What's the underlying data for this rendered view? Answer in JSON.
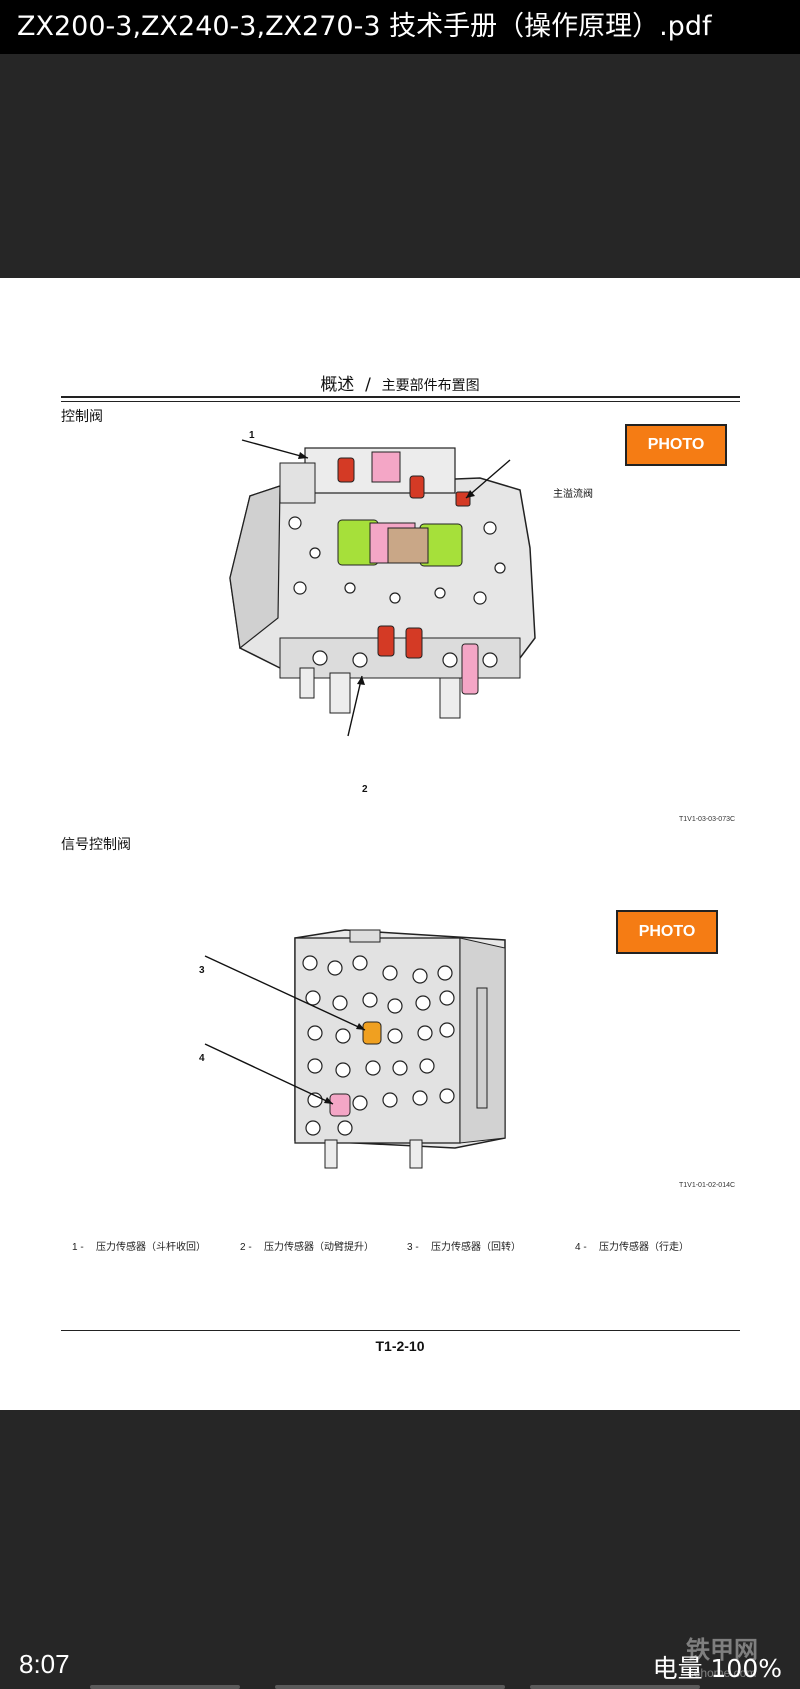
{
  "window": {
    "title": "ZX200-3,ZX240-3,ZX270-3 技术手册（操作原理）.pdf"
  },
  "page": {
    "header_main": "概述",
    "header_sep": "/",
    "header_sub": "主要部件布置图",
    "section1": {
      "label": "控制阀",
      "photo_label": "PHOTO",
      "callout_1": "1",
      "callout_2": "2",
      "annotation": "主溢流阀",
      "fig_code": "T1V1-03-03-073C"
    },
    "section2": {
      "label": "信号控制阀",
      "photo_label": "PHOTO",
      "callout_3": "3",
      "callout_4": "4",
      "fig_code": "T1V1-01-02-014C"
    },
    "legend": [
      {
        "num": "1 -",
        "text": "压力传感器（斗杆收回）"
      },
      {
        "num": "2 -",
        "text": "压力传感器（动臂提升）"
      },
      {
        "num": "3 -",
        "text": "压力传感器（回转）"
      },
      {
        "num": "4 -",
        "text": "压力传感器（行走）"
      }
    ],
    "page_number": "T1-2-10"
  },
  "status": {
    "time": "8:07",
    "battery": "电量 100%"
  },
  "watermark": {
    "text": "铁甲网",
    "site": "cehome.com"
  },
  "colors": {
    "photo_button": "#f57c14",
    "highlight_green": "#a6e03a",
    "highlight_pink": "#f4a6c6",
    "highlight_red": "#d43a25",
    "highlight_orange": "#f0a020"
  }
}
